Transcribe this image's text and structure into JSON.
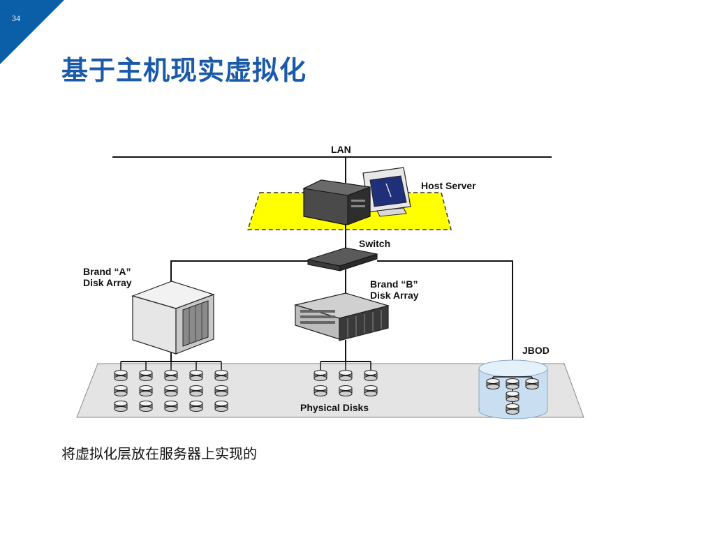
{
  "slide": {
    "page_number": "34",
    "title": "基于主机现实虚拟化",
    "caption": "将虚拟化层放在服务器上实现的",
    "accent_color": "#0b5fa8",
    "title_color": "#1a5aa8"
  },
  "diagram": {
    "labels": {
      "lan": "LAN",
      "host_server": "Host Server",
      "switch": "Switch",
      "brand_a_line1": "Brand “A”",
      "brand_a_line2": "Disk Array",
      "brand_b_line1": "Brand “B”",
      "brand_b_line2": "Disk Array",
      "jbod": "JBOD",
      "physical_disks": "Physical Disks"
    },
    "colors": {
      "host_zone": "#ffff00",
      "storage_floor": "#e4e4e4",
      "jbod_cylinder": "#c9dff1"
    }
  }
}
